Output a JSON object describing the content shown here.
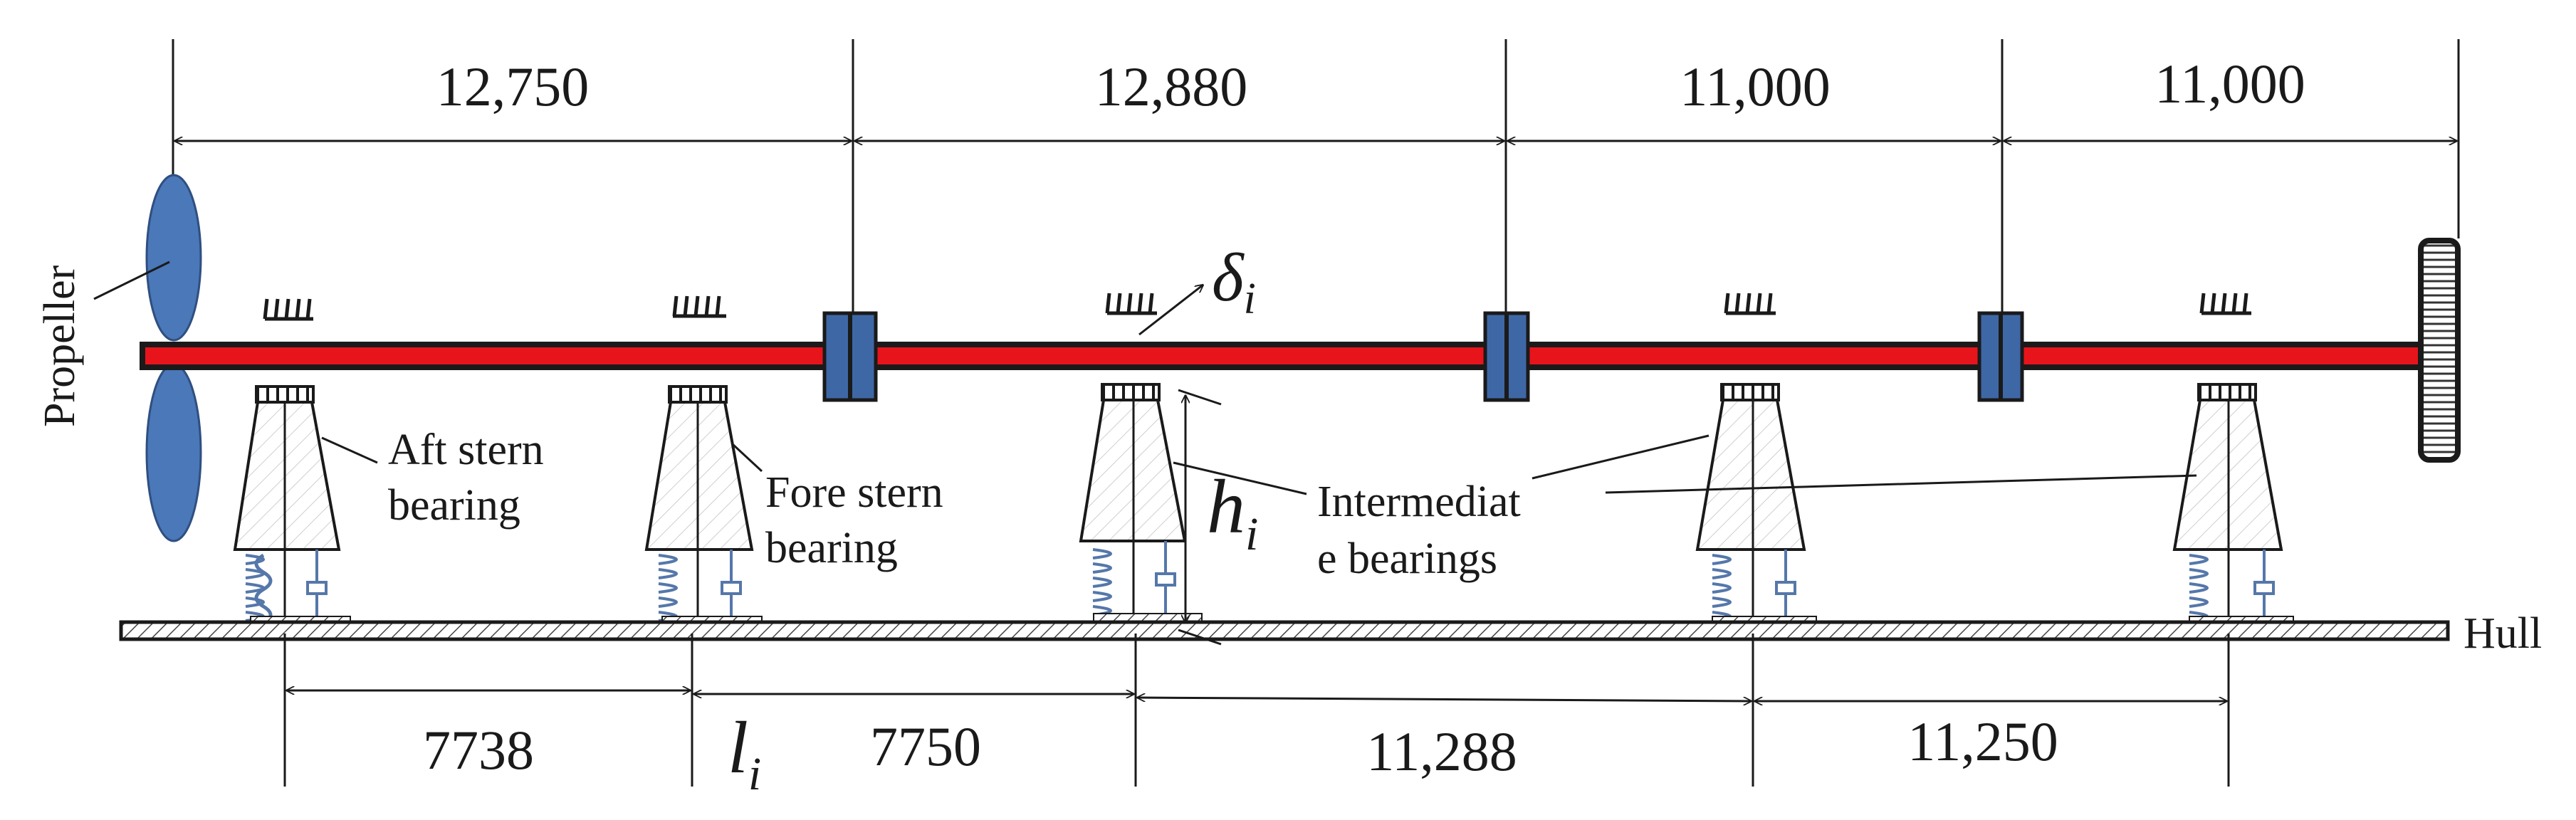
{
  "top_dimensions": [
    "12,750",
    "12,880",
    "11,000",
    "11,000"
  ],
  "bottom_dimensions": [
    "7738",
    "7750",
    "11,288",
    "11,250"
  ],
  "labels": {
    "propeller": "Propeller",
    "aft_bearing_line1": "Aft stern",
    "aft_bearing_line2": "bearing",
    "fore_bearing_line1": "Fore stern",
    "fore_bearing_line2": "bearing",
    "intermediate_line1": "Intermediat",
    "intermediate_line2": "e bearings",
    "hull": "Hull"
  },
  "symbols": {
    "delta": "δ",
    "h": "h",
    "l": "l",
    "subscript": "i"
  },
  "colors": {
    "shaft": "#e8141b",
    "propeller": "#4a78b8",
    "coupling": "#3e67a6",
    "outline": "#1a1a1a"
  }
}
